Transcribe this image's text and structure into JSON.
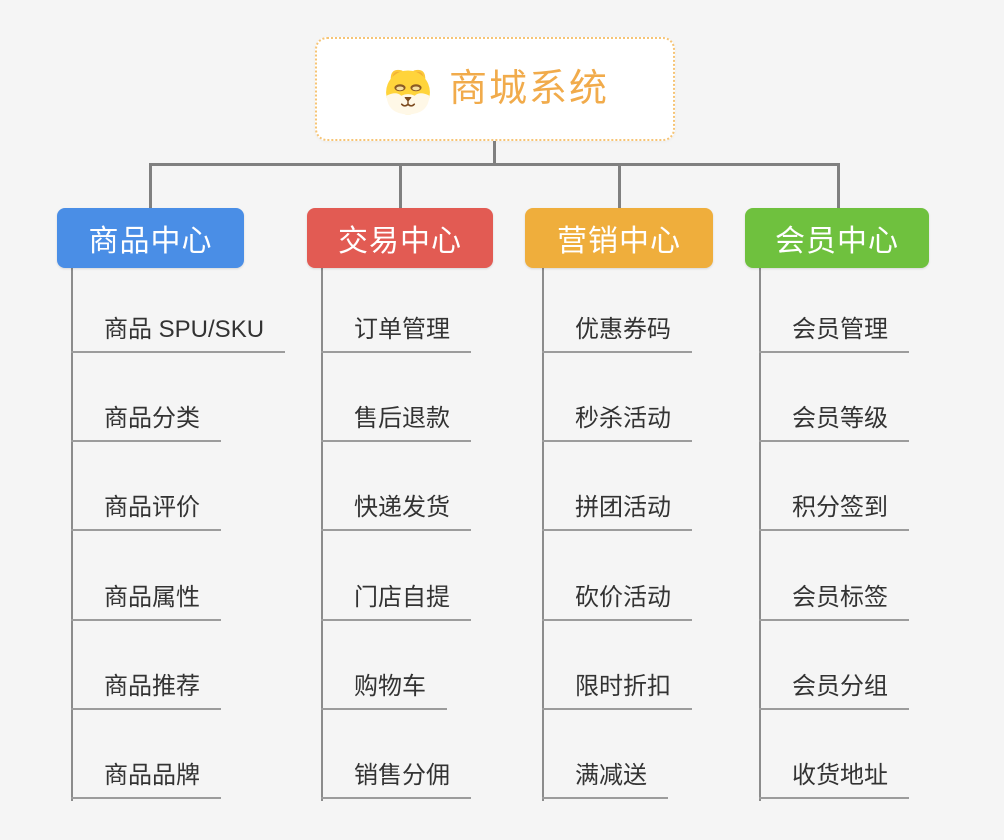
{
  "diagram": {
    "type": "mindmap-org-tree",
    "background": "#f5f5f5",
    "connector_color": "#808080",
    "leaf_line_color": "#9c9c9c",
    "leaf_text_color": "#333333"
  },
  "root": {
    "label": "商城系统",
    "icon": "doge-icon",
    "text_color": "#f1ab4b",
    "border_color": "#f6c475",
    "background": "#ffffff"
  },
  "branches": [
    {
      "label": "商品中心",
      "color": "#4a8ee6",
      "children": [
        "商品 SPU/SKU",
        "商品分类",
        "商品评价",
        "商品属性",
        "商品推荐",
        "商品品牌"
      ]
    },
    {
      "label": "交易中心",
      "color": "#e25b53",
      "children": [
        "订单管理",
        "售后退款",
        "快递发货",
        "门店自提",
        "购物车",
        "销售分佣"
      ]
    },
    {
      "label": "营销中心",
      "color": "#efae3c",
      "children": [
        "优惠券码",
        "秒杀活动",
        "拼团活动",
        "砍价活动",
        "限时折扣",
        "满减送"
      ]
    },
    {
      "label": "会员中心",
      "color": "#6fc13e",
      "children": [
        "会员管理",
        "会员等级",
        "积分签到",
        "会员标签",
        "会员分组",
        "收货地址"
      ]
    }
  ]
}
